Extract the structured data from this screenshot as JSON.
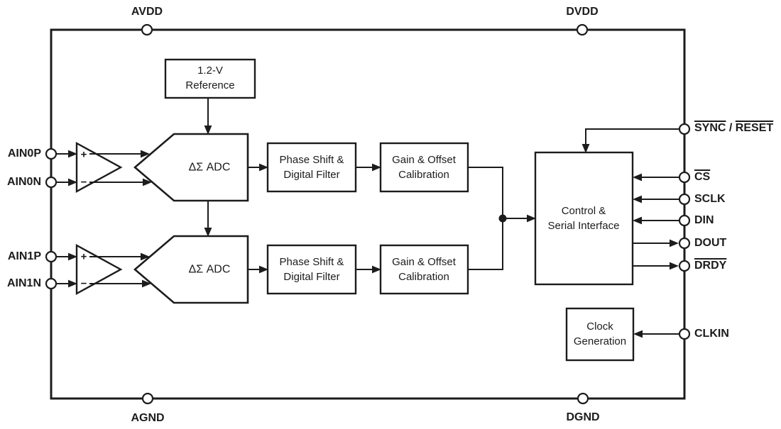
{
  "diagram": {
    "type": "functional-block-diagram",
    "background_color": "#ffffff",
    "line_color": "#1c1c1c"
  },
  "pins": {
    "avdd": {
      "label": "AVDD"
    },
    "dvdd": {
      "label": "DVDD"
    },
    "agnd": {
      "label": "AGND"
    },
    "dgnd": {
      "label": "DGND"
    },
    "ain0p": {
      "label": "AIN0P"
    },
    "ain0n": {
      "label": "AIN0N"
    },
    "ain1p": {
      "label": "AIN1P"
    },
    "ain1n": {
      "label": "AIN1N"
    },
    "sync_reset": {
      "part1": "SYNC",
      "separator": " / ",
      "part2": "RESET",
      "overline": "both parts"
    },
    "cs": {
      "label": "CS",
      "overline": true
    },
    "sclk": {
      "label": "SCLK",
      "overline": false
    },
    "din": {
      "label": "DIN",
      "overline": false
    },
    "dout": {
      "label": "DOUT",
      "overline": false
    },
    "drdy": {
      "label": "DRDY",
      "overline": true
    },
    "clkin": {
      "label": "CLKIN",
      "overline": false
    }
  },
  "blocks": {
    "reference": {
      "line1": "1.2-V",
      "line2": "Reference"
    },
    "adc0": {
      "label": "ΔΣ ADC"
    },
    "adc1": {
      "label": "ΔΣ ADC"
    },
    "phase0": {
      "line1": "Phase Shift &",
      "line2": "Digital Filter"
    },
    "phase1": {
      "line1": "Phase Shift &",
      "line2": "Digital Filter"
    },
    "gain0": {
      "line1": "Gain & Offset",
      "line2": "Calibration"
    },
    "gain1": {
      "line1": "Gain & Offset",
      "line2": "Calibration"
    },
    "control": {
      "line1": "Control &",
      "line2": "Serial Interface"
    },
    "clock": {
      "line1": "Clock",
      "line2": "Generation"
    }
  },
  "amplifiers": {
    "plus": "+",
    "minus": "−"
  }
}
